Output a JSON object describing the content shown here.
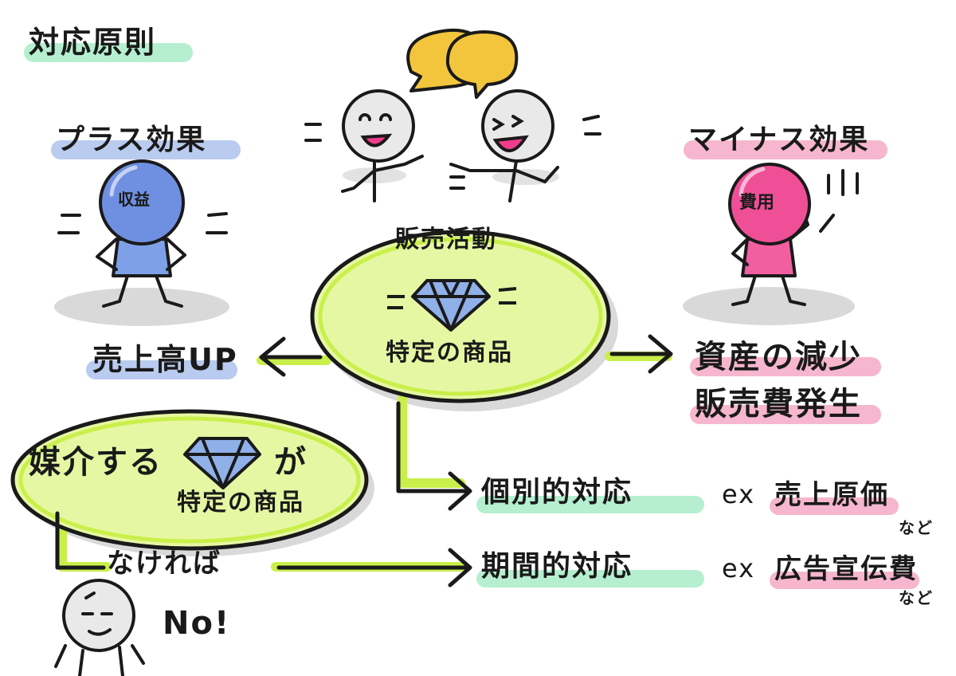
{
  "title": "対応原則",
  "plus": {
    "heading": "プラス効果",
    "figure_label": "収益",
    "result": "売上高UP"
  },
  "minus": {
    "heading": "マイナス効果",
    "figure_label": "費用",
    "results": [
      "資産の減少",
      "販売費発生"
    ]
  },
  "center": {
    "heading": "販売活動",
    "item": "特定の商品"
  },
  "media": {
    "text": "媒介する",
    "particle": "が",
    "item": "特定の商品"
  },
  "condition": {
    "text": "なければ",
    "answer": "No!"
  },
  "branches": [
    {
      "label": "個別的対応",
      "ex": "ex",
      "example": "売上原価",
      "suffix": "など"
    },
    {
      "label": "期間的対応",
      "ex": "ex",
      "example": "広告宣伝費",
      "suffix": "など"
    }
  ],
  "colors": {
    "green_highlight": "#b6efd0",
    "blue_highlight": "#b9cbee",
    "pink_highlight": "#f6b7ce",
    "lime_ellipse": "#e6f7a3",
    "lime_stroke": "#b9e93a",
    "blue_figure": "#6f90e0",
    "pink_figure": "#ef4f96",
    "speech_yellow": "#f3c53d",
    "diamond": "#8fb0e8"
  },
  "icons": [
    "speech-bubble-icon",
    "diamond-icon",
    "stick-figure-icon"
  ]
}
